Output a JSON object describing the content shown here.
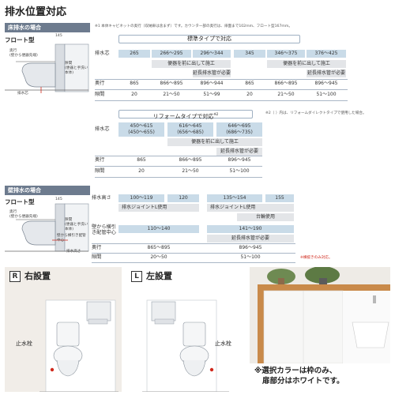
{
  "page_title": "排水位置対応",
  "floor_section": {
    "bar_label": "床排水の場合",
    "type_label": "フロート型",
    "labels": {
      "depth": "奥行",
      "depth_sub": "(壁から便器先端)",
      "dim": "145",
      "gap": "隙間",
      "gap_sub": "(便器と手洗い本体)",
      "drain_center": "排水芯"
    },
    "note_top": "※1 本体キャビネットの奥行（収納扉は含まず）です。カウンター部の奥行は、扉面まで102mm、フロート型167mm。",
    "note_middle": "※2（ ）内は、リフォームダイレクトタイプで使用した場合。",
    "standard": {
      "header": "標準タイプで対応",
      "row_labels": [
        "排水芯",
        "奥行",
        "隙間"
      ],
      "drain": [
        "265",
        "266～295",
        "296～344",
        "345",
        "346～375",
        "376～425"
      ],
      "mid1": [
        "便器を前に出して施工",
        "便器を前に出して施工"
      ],
      "mid2": [
        "延長排水管が必要",
        "延長排水管が必要"
      ],
      "depth": [
        "865",
        "866～895",
        "896～944",
        "865",
        "866～895",
        "896～945"
      ],
      "gap": [
        "20",
        "21～50",
        "51～99",
        "20",
        "21～50",
        "51～100"
      ]
    },
    "reform": {
      "header": "リフォームタイプで対応",
      "header_sup": "※2",
      "row_labels": [
        "排水芯",
        "奥行",
        "隙間"
      ],
      "drain_a": [
        "450～615",
        "616～645",
        "646～695"
      ],
      "drain_b": [
        "(450～655)",
        "(656～685)",
        "(686～735)"
      ],
      "mid1": "便器を前に出して施工",
      "mid2": "延長排水管が必要",
      "depth": [
        "865",
        "866～895",
        "896～945"
      ],
      "gap": [
        "20",
        "21～50",
        "51～100"
      ]
    }
  },
  "wall_section": {
    "bar_label": "壁排水の場合",
    "type_label": "フロート型",
    "labels": {
      "depth": "奥行",
      "depth_sub": "(壁から便器先端)",
      "dim": "145",
      "gap": "隙間",
      "gap_sub": "(便器と手洗い本体)",
      "wall_center": "壁から横引き配管中心",
      "drain_height": "排水高さ"
    },
    "row_labels": [
      "排水高さ",
      "壁から横引き配管中心",
      "奥行",
      "隙間"
    ],
    "height": [
      "100～119",
      "120",
      "135～154",
      "155"
    ],
    "joint": [
      "排水ジョイントL使用",
      "排水ジョイントL使用"
    ],
    "base": "台輪使用",
    "wall_center": [
      "110～140",
      "141～190"
    ],
    "ext": "延長排水管が必要",
    "depth": [
      "865～895",
      "896～945"
    ],
    "gap": [
      "20～50",
      "51～100"
    ],
    "red_note": "※横抜きのみ対応。"
  },
  "right_panel": {
    "badge": "R",
    "label": "右設置",
    "stop_valve": "止水栓"
  },
  "left_panel": {
    "badge": "L",
    "label": "左設置",
    "stop_valve": "止水栓"
  },
  "photo_caption": [
    "※選択カラーは枠のみ、",
    "扉部分はホワイトです。"
  ],
  "colors": {
    "section_bar": "#6d7b8e",
    "cell_blue": "#c9dbe8",
    "cell_gray": "#e3e5e8",
    "wood": "#c98a4a",
    "red": "#d0291c"
  }
}
